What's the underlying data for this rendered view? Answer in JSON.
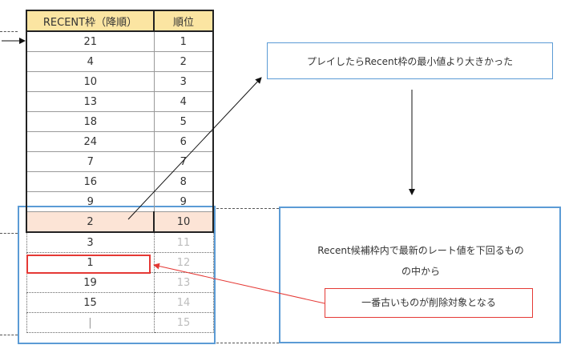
{
  "table": {
    "headers": [
      "RECENT枠（降順）",
      "順位"
    ],
    "rows": [
      {
        "value": "21",
        "rank": "1"
      },
      {
        "value": "4",
        "rank": "2"
      },
      {
        "value": "10",
        "rank": "3"
      },
      {
        "value": "13",
        "rank": "4"
      },
      {
        "value": "18",
        "rank": "5"
      },
      {
        "value": "24",
        "rank": "6"
      },
      {
        "value": "7",
        "rank": "7"
      },
      {
        "value": "16",
        "rank": "8"
      },
      {
        "value": "9",
        "rank": "9"
      },
      {
        "value": "2",
        "rank": "10"
      },
      {
        "value": "3",
        "rank": "11"
      },
      {
        "value": "1",
        "rank": "12"
      },
      {
        "value": "19",
        "rank": "13"
      },
      {
        "value": "15",
        "rank": "14"
      },
      {
        "value": "|",
        "rank": "15"
      }
    ]
  },
  "callouts": {
    "top": "プレイしたらRecent枠の最小値より大きかった",
    "right_line1": "Recent候補枠内で最新のレート値を下回るもの",
    "right_line2": "の中から",
    "red": "一番古いものが削除対象となる"
  },
  "colors": {
    "header_fill": "#fbe5a2",
    "highlight_fill": "#fce4d6",
    "blue_border": "#5b9bd5",
    "red_border": "#e53935"
  }
}
